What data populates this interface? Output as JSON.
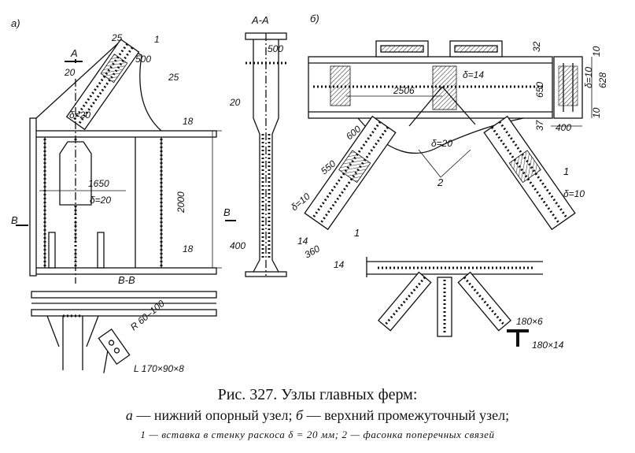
{
  "panel_labels": {
    "a": "а)",
    "b": "б)"
  },
  "section_labels": {
    "aa": "А-А",
    "bb": "В-В",
    "mark_a": "А",
    "mark_b_left": "В",
    "mark_b_right": "В"
  },
  "dims_a": {
    "d25_top": "25",
    "d500": "500",
    "d1": "1",
    "d25_side": "25",
    "d20": "20",
    "delta20": "δ=20",
    "d1650": "1650",
    "delta20b": "δ=20",
    "d18_top": "18",
    "d2000": "2000",
    "d18_bot": "18",
    "radius": "R 60–100",
    "angle": "L 170×90×8"
  },
  "dims_aa": {
    "d500": "500",
    "d20": "20",
    "d400": "400"
  },
  "dims_b": {
    "d32": "32",
    "d650": "650",
    "d37": "37",
    "d10a": "10",
    "delta10": "δ=10",
    "d628": "628",
    "d10b": "10",
    "d400": "400",
    "d2506": "2506",
    "delta14": "δ=14",
    "delta20": "δ=20",
    "d600": "600",
    "d550": "550",
    "delta10_left": "δ=10",
    "d14a": "14",
    "d360": "360",
    "d14b": "14",
    "d1_left": "1",
    "d1_right": "1",
    "d2": "2",
    "delta10_right": "δ=10",
    "t180x6": "180×6",
    "t180x14": "180×14"
  },
  "caption": {
    "line1": "Рис. 327. Узлы главных ферм:",
    "line2_a": "а",
    "line2_a_text": " — нижний опорный узел;  ",
    "line2_b": "б",
    "line2_b_text": " — верхний промежуточный узел;",
    "line3": "1 — вставка в стенку раскоса δ = 20 мм; 2 — фасонка поперечных связей"
  }
}
